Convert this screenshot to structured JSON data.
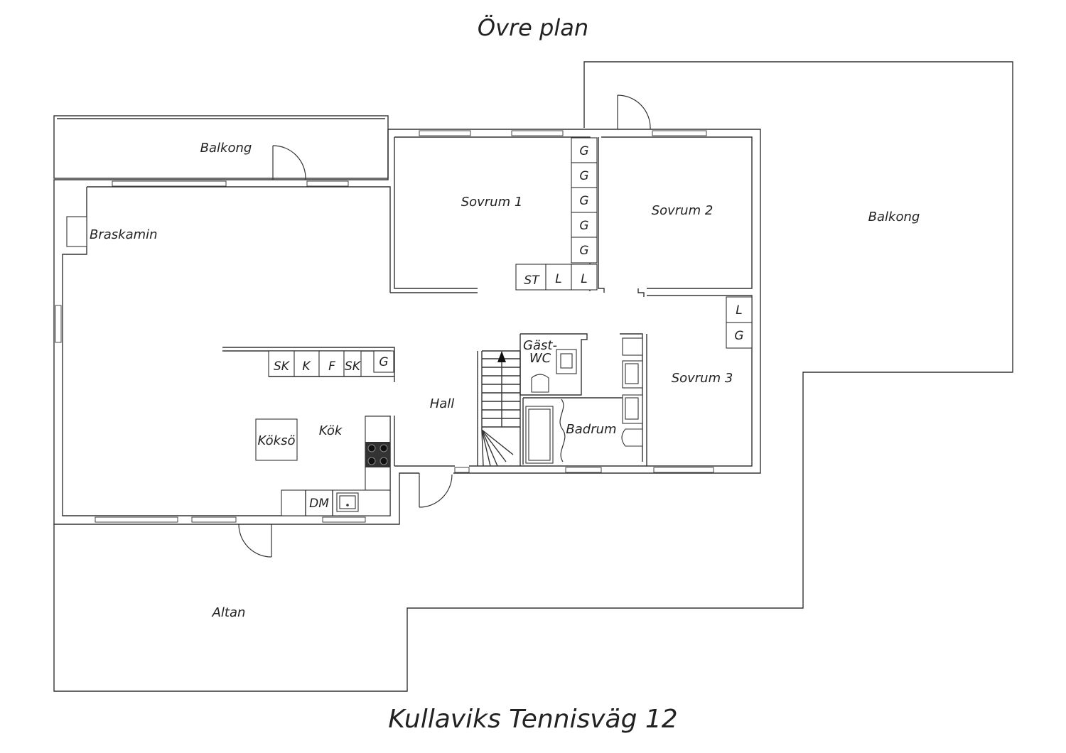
{
  "plan_title": "Övre plan",
  "address": "Kullaviks Tennisväg 12",
  "rooms": {
    "balkong_left": "Balkong",
    "balkong_right": "Balkong",
    "braskamin": "Braskamin",
    "sovrum1": "Sovrum 1",
    "sovrum2": "Sovrum 2",
    "sovrum3": "Sovrum 3",
    "gastwc_line1": "Gäst-",
    "gastwc_line2": "WC",
    "hall": "Hall",
    "badrum": "Badrum",
    "kok": "Kök",
    "koksoe": "Köksö",
    "altan": "Altan"
  },
  "fixtures": {
    "wardrobe_g": "G",
    "st": "ST",
    "l": "L",
    "sk": "SK",
    "k": "K",
    "f": "F",
    "dm": "DM"
  }
}
